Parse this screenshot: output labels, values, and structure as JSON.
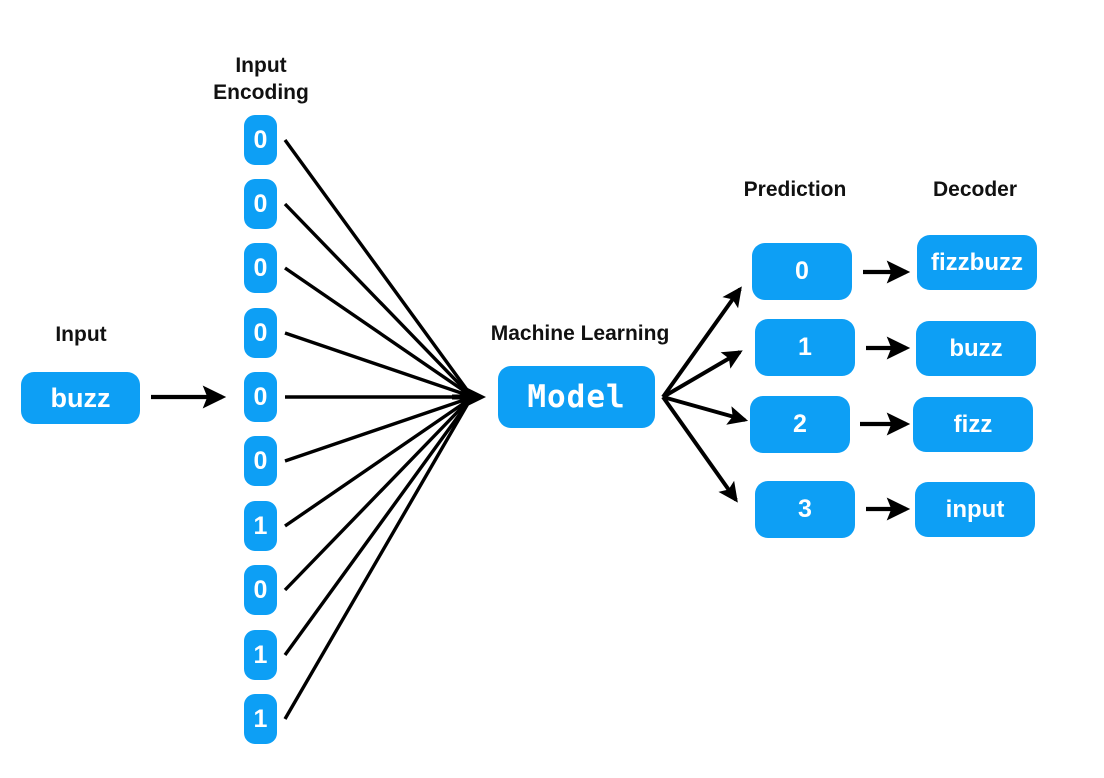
{
  "diagram": {
    "title": "FizzBuzz machine learning pipeline",
    "background_color": "#ffffff",
    "accent_color": "#0d9ff5",
    "text_color": "#111111",
    "line_color": "#000000"
  },
  "captions": {
    "input": "Input",
    "input_encoding": "Input\nEncoding",
    "machine_learning": "Machine Learning",
    "prediction": "Prediction",
    "decoder": "Decoder"
  },
  "input": {
    "value": "buzz"
  },
  "encoding": {
    "bits": [
      "0",
      "0",
      "0",
      "0",
      "0",
      "0",
      "1",
      "0",
      "1",
      "1"
    ]
  },
  "model": {
    "label": "Model"
  },
  "prediction": {
    "classes": [
      "0",
      "1",
      "2",
      "3"
    ]
  },
  "decoder": {
    "labels": [
      "fizzbuzz",
      "buzz",
      "fizz",
      "input"
    ]
  }
}
